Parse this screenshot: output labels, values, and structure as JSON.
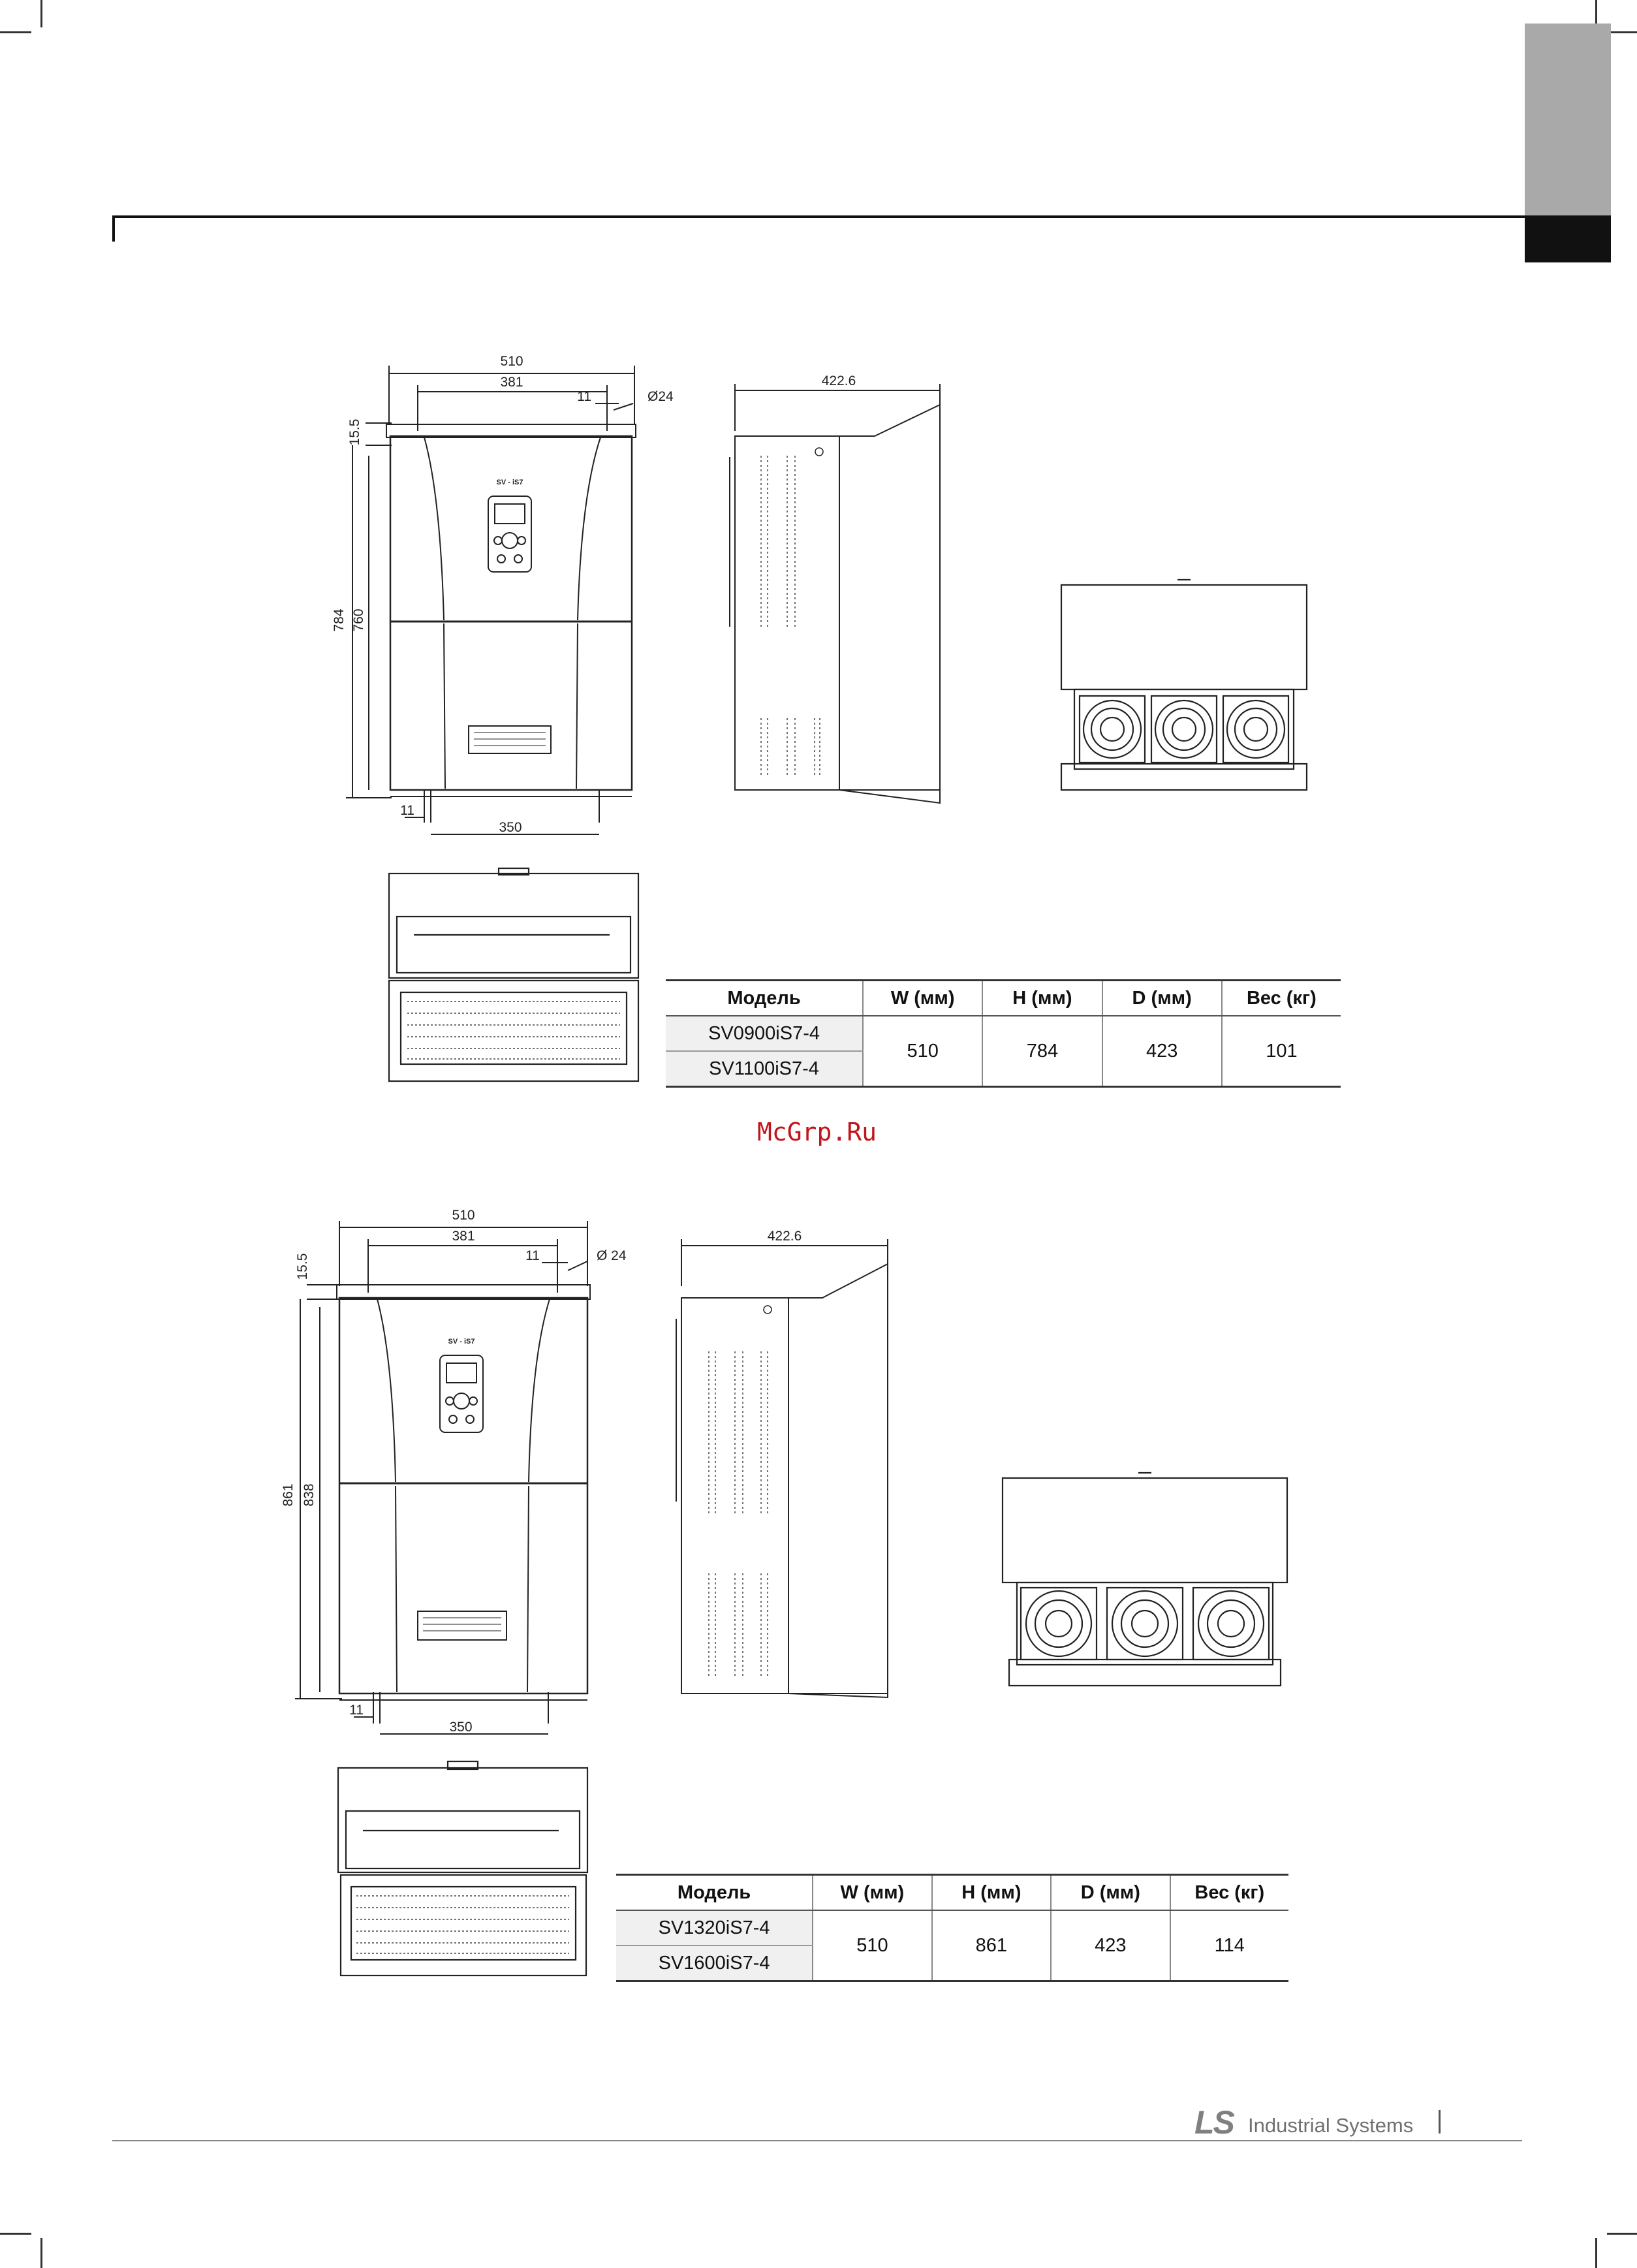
{
  "watermark": "McGrp.Ru",
  "footer": {
    "logo_mark": "LS",
    "logo_text": "Industrial Systems"
  },
  "drawings": [
    {
      "dims": {
        "w_total": "510",
        "w_inner": "381",
        "small": "11",
        "hole": "Ø24",
        "top_offset": "15.5",
        "h_total": "784",
        "h_inner": "760",
        "base_small": "11",
        "base": "350",
        "depth": "422.6"
      },
      "front_label": "SV - iS7"
    },
    {
      "dims": {
        "w_total": "510",
        "w_inner": "381",
        "small": "11",
        "hole": "Ø 24",
        "top_offset": "15.5",
        "h_total": "861",
        "h_inner": "838",
        "base_small": "11",
        "base": "350",
        "depth": "422.6"
      },
      "front_label": "SV - iS7"
    }
  ],
  "tables": [
    {
      "headers": [
        "Модель",
        "W (мм)",
        "H (мм)",
        "D (мм)",
        "Вес (кг)"
      ],
      "models": [
        "SV0900iS7-4",
        "SV1100iS7-4"
      ],
      "w": "510",
      "h": "784",
      "d": "423",
      "weight": "101"
    },
    {
      "headers": [
        "Модель",
        "W (мм)",
        "H (мм)",
        "D (мм)",
        "Вес (кг)"
      ],
      "models": [
        "SV1320iS7-4",
        "SV1600iS7-4"
      ],
      "w": "510",
      "h": "861",
      "d": "423",
      "weight": "114"
    }
  ]
}
